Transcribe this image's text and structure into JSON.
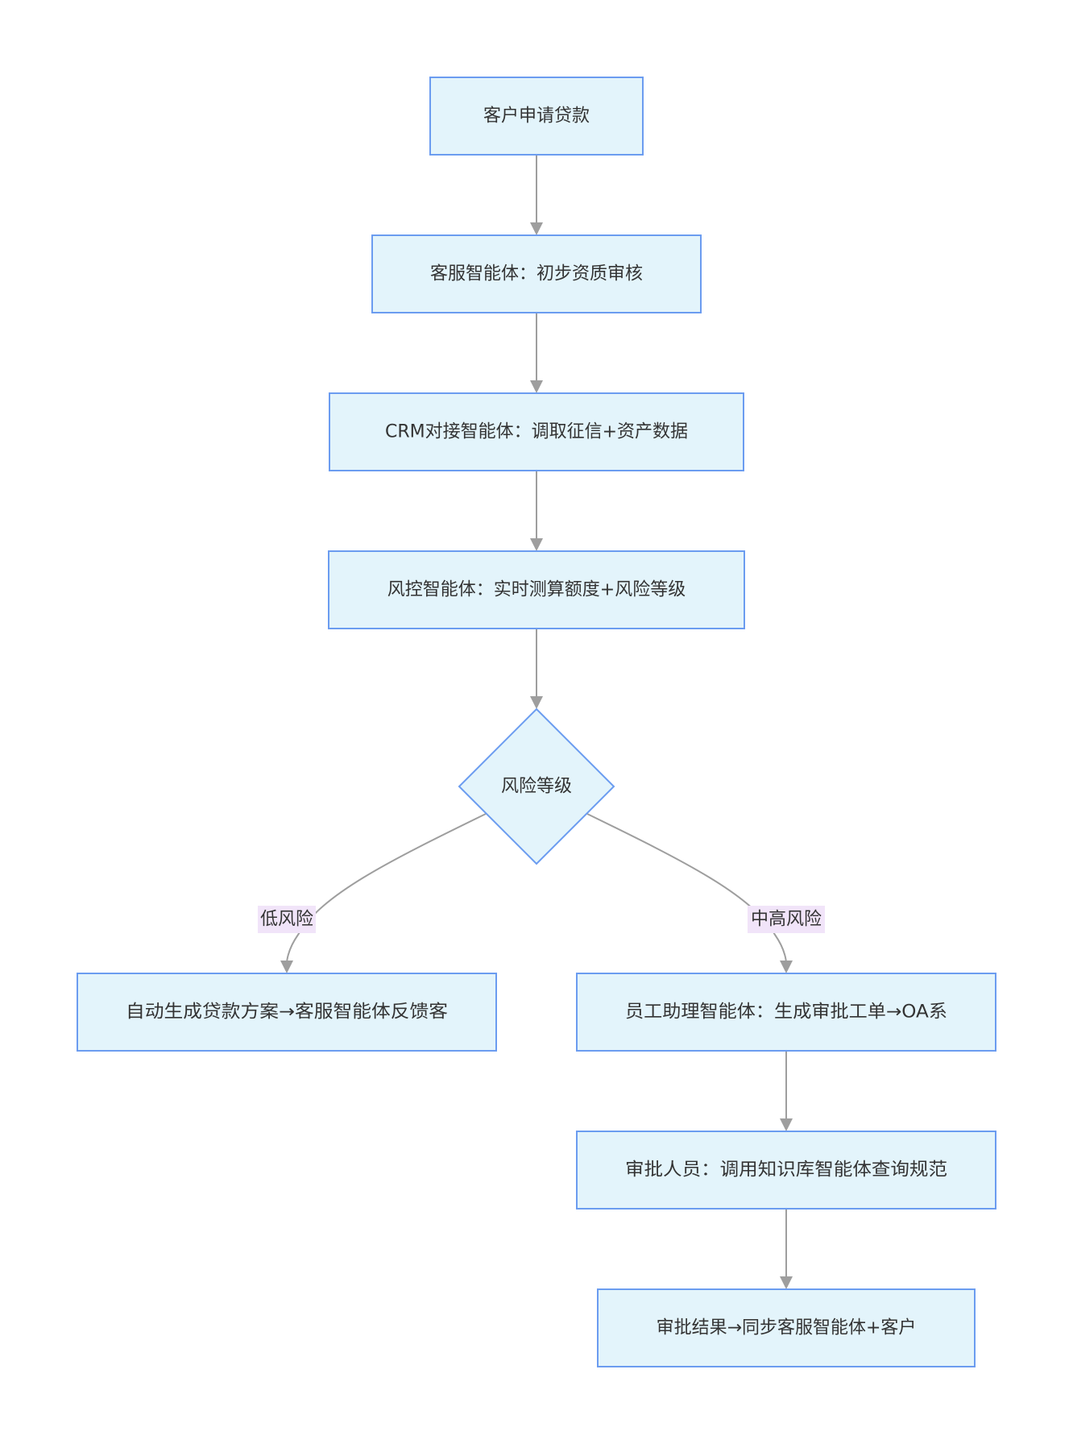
{
  "nodes": {
    "n1": {
      "label": "客户申请贷款"
    },
    "n2": {
      "label": "客服智能体：初步资质审核"
    },
    "n3": {
      "label": "CRM对接智能体：调取征信+资产数据"
    },
    "n4": {
      "label": "风控智能体：实时测算额度+风险等级"
    },
    "d1": {
      "label": "风险等级"
    },
    "n5": {
      "label": "自动生成贷款方案→客服智能体反馈客"
    },
    "n6": {
      "label": "员工助理智能体：生成审批工单→OA系"
    },
    "n7": {
      "label": "审批人员：调用知识库智能体查询规范"
    },
    "n8": {
      "label": "审批结果→同步客服智能体+客户"
    }
  },
  "edge_labels": {
    "low": "低风险",
    "mid_high": "中高风险"
  },
  "colors": {
    "node_fill": "#e3f4fb",
    "node_stroke": "#6b9cf0",
    "edge": "#9e9e9e",
    "edge_label_bg": "#f1e4f9",
    "text": "#333333"
  }
}
